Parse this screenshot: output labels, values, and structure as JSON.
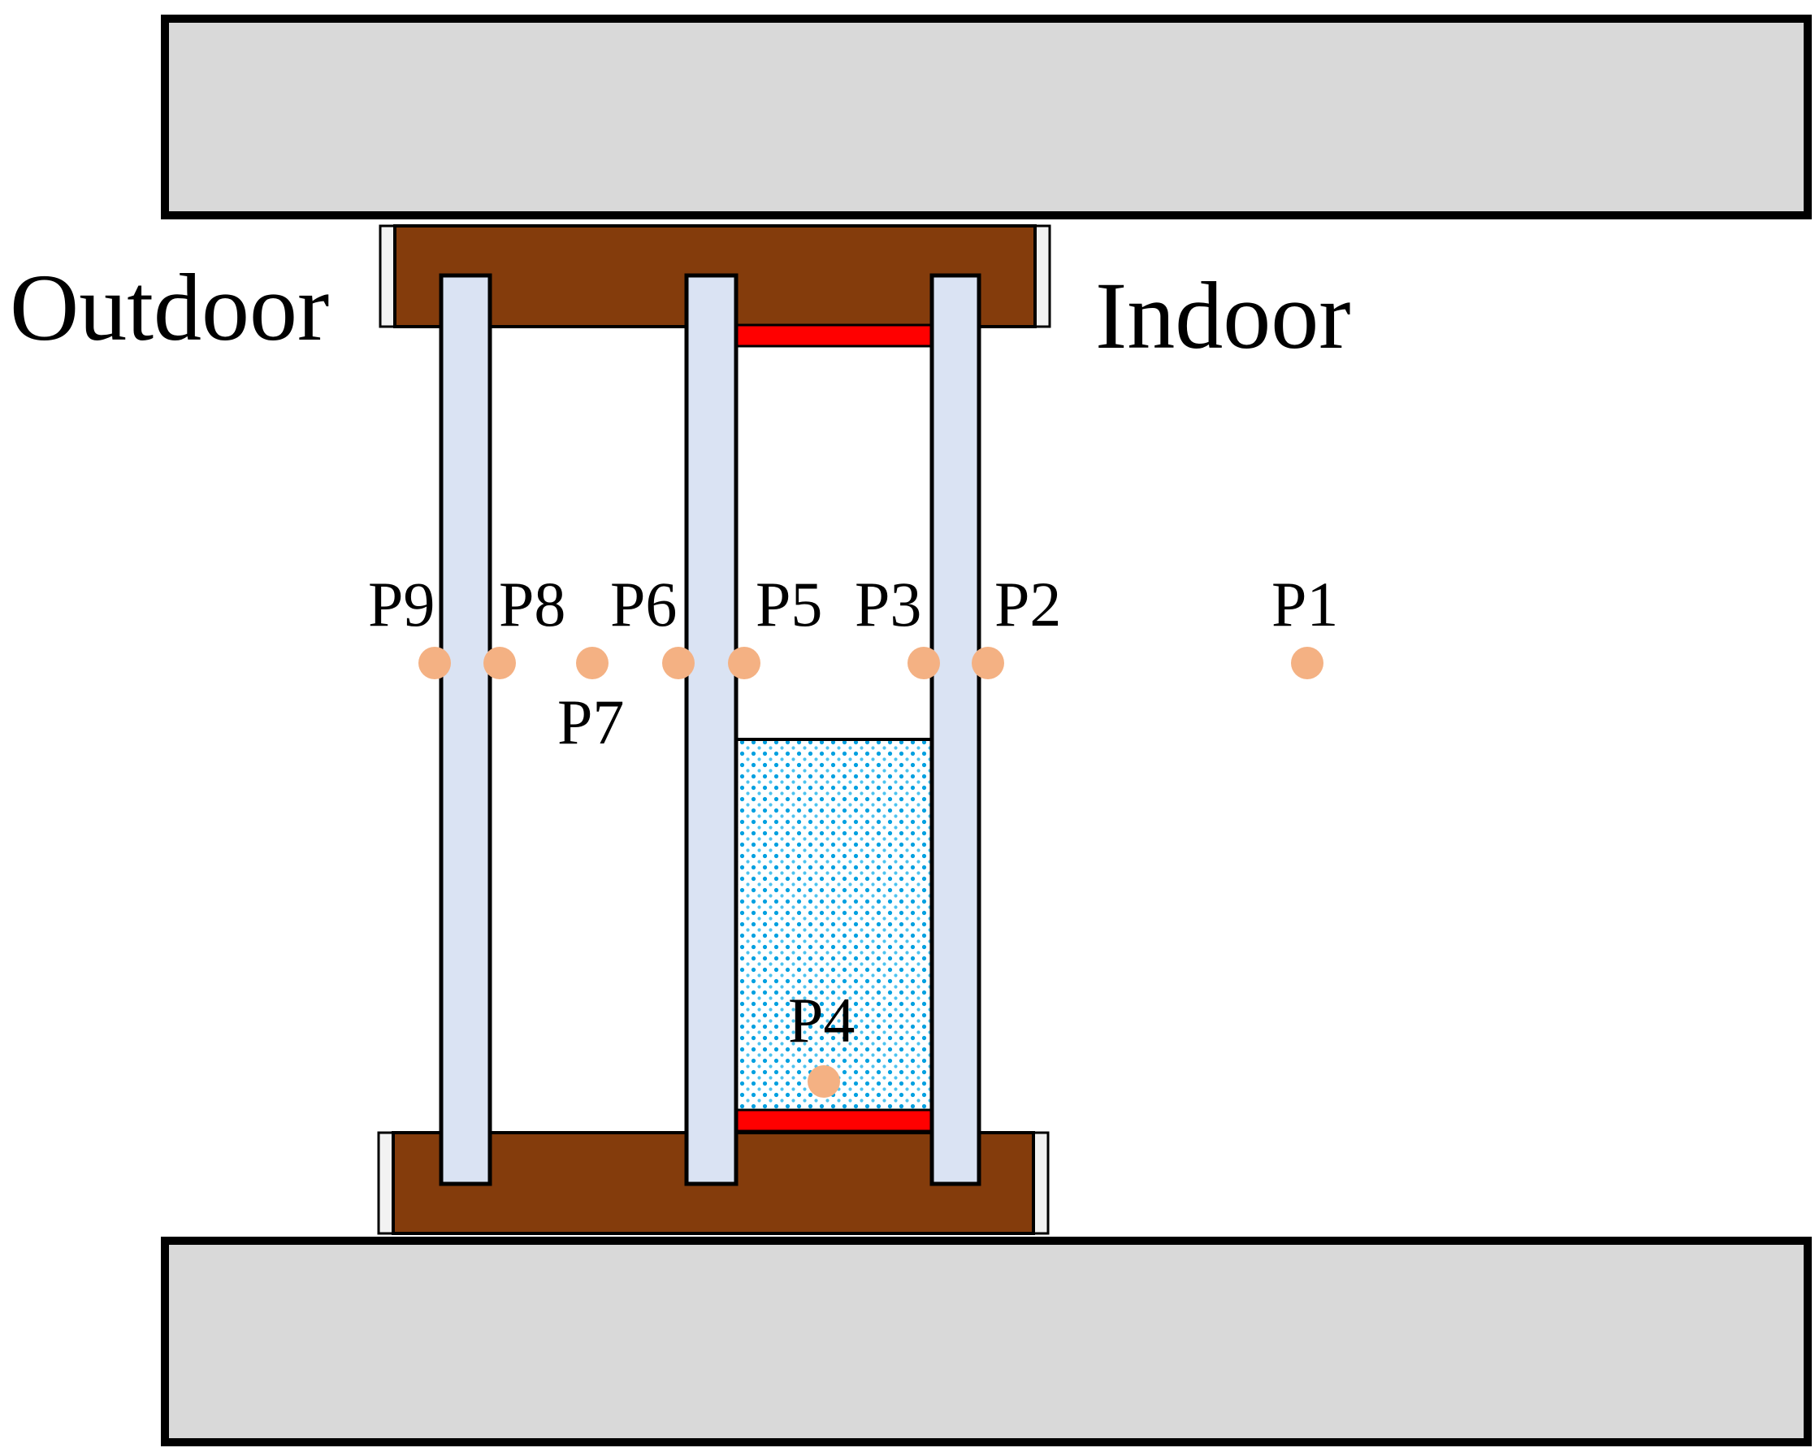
{
  "labels": {
    "outdoor": "Outdoor",
    "indoor": "Indoor"
  },
  "points": [
    {
      "id": "p1",
      "label": "P1"
    },
    {
      "id": "p2",
      "label": "P2"
    },
    {
      "id": "p3",
      "label": "P3"
    },
    {
      "id": "p4",
      "label": "P4"
    },
    {
      "id": "p5",
      "label": "P5"
    },
    {
      "id": "p6",
      "label": "P6"
    },
    {
      "id": "p7",
      "label": "P7"
    },
    {
      "id": "p8",
      "label": "P8"
    },
    {
      "id": "p9",
      "label": "P9"
    }
  ],
  "colors": {
    "slab": "#d9d9d9",
    "frame": "#843c0c",
    "trim": "#f2f2f2",
    "pane": "#dae3f3",
    "seal": "#ff0000",
    "fill_dots": "#00a0e0",
    "point_marker": "#f4b183"
  }
}
